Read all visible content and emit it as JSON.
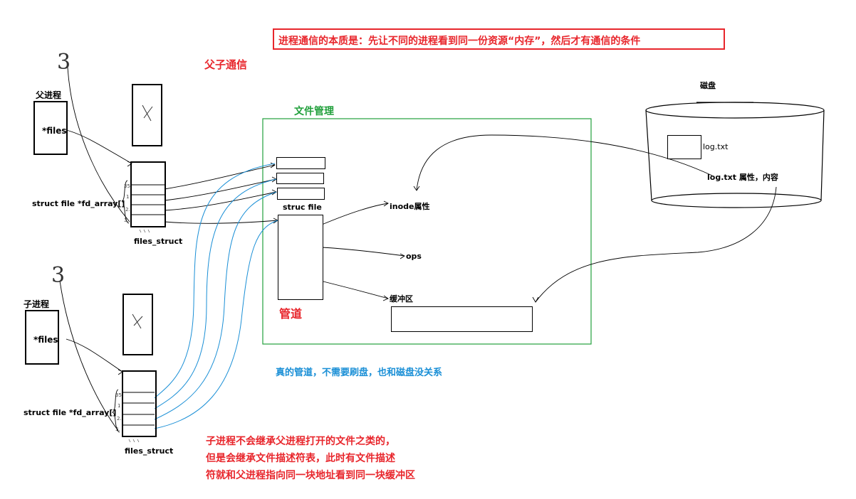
{
  "title_banner": "进程通信的本质是：先让不同的进程看到同一份资源“内存”，然后才有通信的条件",
  "section_parent_child": "父子通信",
  "file_mgmt_label": "文件管理",
  "disk_label": "磁盘",
  "parent": {
    "label": "父进程",
    "files": "*files",
    "fd_array": "struct file *fd_array[]",
    "files_struct": "files_struct",
    "scribble": "3"
  },
  "child": {
    "label": "子进程",
    "files": "*files",
    "fd_array": "struct file *fd_array[]",
    "files_struct": "files_struct",
    "scribble": "3"
  },
  "struc_file": "struc file",
  "inode": "inode属性",
  "ops": "ops",
  "buffer": "缓冲区",
  "pipe": "管道",
  "disk_file": "log.txt",
  "disk_attr": "log.txt 属性，内容",
  "blue_note": "真的管道，不需要刷盘，也和磁盘没关系",
  "red_note": [
    "子进程不会继承父进程打开的文件之类的，",
    "但是会继承文件描述符表，此时有文件描述",
    "符就和父进程指向同一块地址看到同一块缓冲区"
  ],
  "colors": {
    "red": "#e8262c",
    "blue": "#1a8fd6",
    "green": "#22a03c",
    "black": "#000000"
  }
}
